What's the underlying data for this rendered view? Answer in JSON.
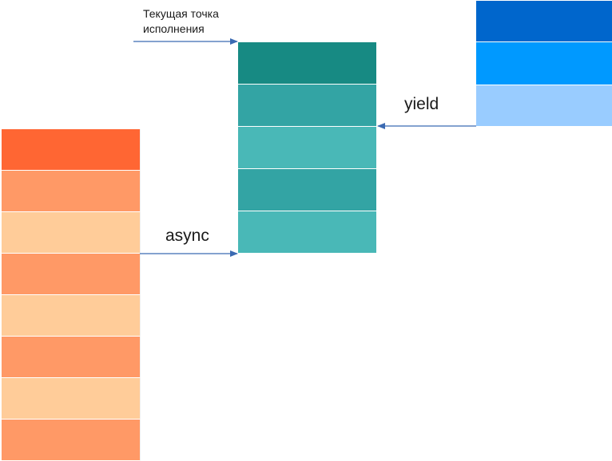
{
  "labels": {
    "exec_point": "Текущая точка\nисполнения",
    "async": "async",
    "yield": "yield"
  },
  "stacks": {
    "orange": [
      "#ff6633",
      "#ff9966",
      "#ffcc99",
      "#ff9966",
      "#ffcc99",
      "#ff9966",
      "#ffcc99",
      "#ff9966"
    ],
    "teal": [
      "#178a83",
      "#33a4a4",
      "#49b8b7",
      "#33a4a4",
      "#49b8b7"
    ],
    "blue": [
      "#0066cc",
      "#0099ff",
      "#99ccff"
    ]
  },
  "colors": {
    "arrow": "#3b6ab2"
  }
}
